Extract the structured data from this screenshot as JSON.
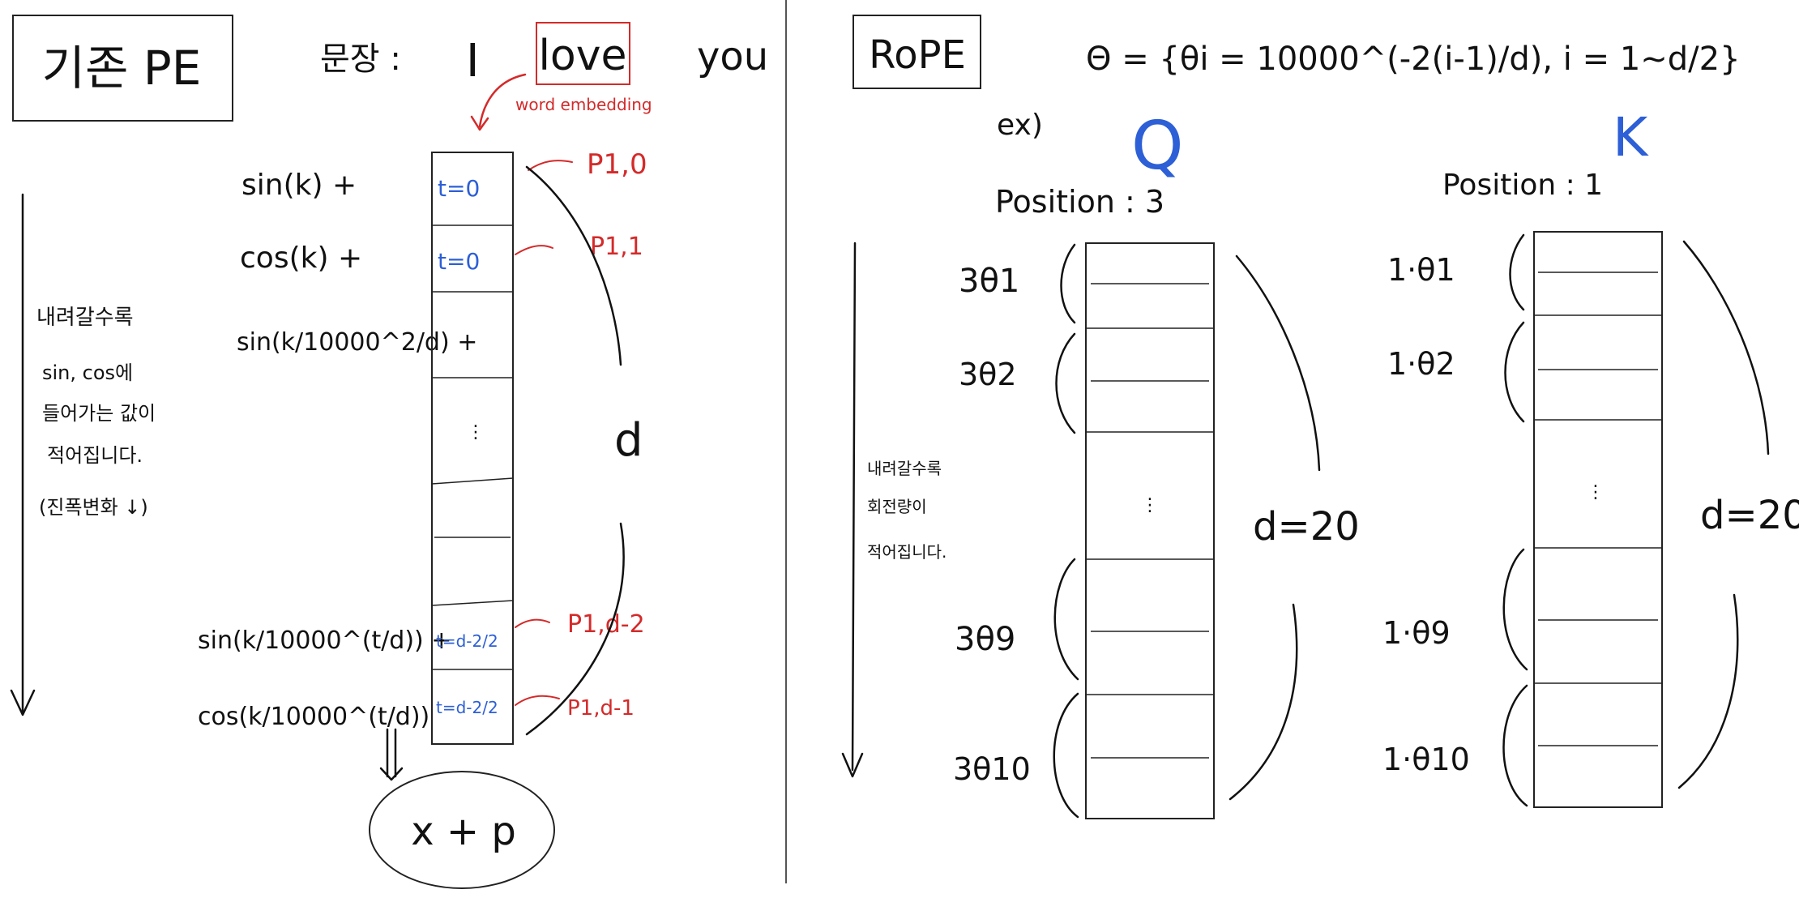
{
  "left": {
    "title": "기존 PE",
    "sentence_label": "문장 :",
    "words": [
      "I",
      "love",
      "you"
    ],
    "embedding_note": "word embedding",
    "formulas": [
      "sin(k) +",
      "cos(k) +",
      "sin(k/10000^2/d) +",
      "sin(k/10000^(t/d)) +",
      "cos(k/10000^(t/d))"
    ],
    "cell_labels": [
      "t=0",
      "t=0",
      "t=d-2/2",
      "t=d-2/2"
    ],
    "p_labels": [
      "P1,0",
      "P1,1",
      "P1,d-2",
      "P1,d-1"
    ],
    "dim_label": "d",
    "side_note": [
      "내려갈수록",
      "sin, cos에",
      "들어가는 값이",
      "적어집니다.",
      "(진폭변화 ↓)"
    ],
    "result": "x + p"
  },
  "right": {
    "title": "RoPE",
    "theta_def": "Θ = {θi = 10000^(-2(i-1)/d), i = 1~d/2}",
    "example": "ex)",
    "q_label": "Q",
    "k_label": "K",
    "q_position": "Position : 3",
    "k_position": "Position : 1",
    "q_thetas": [
      "3θ1",
      "3θ2",
      "3θ9",
      "3θ10"
    ],
    "k_thetas": [
      "1·θ1",
      "1·θ2",
      "1·θ9",
      "1·θ10"
    ],
    "dim_label": "d=20",
    "side_note": [
      "내려갈수록",
      "회전량이",
      "적어집니다."
    ]
  }
}
